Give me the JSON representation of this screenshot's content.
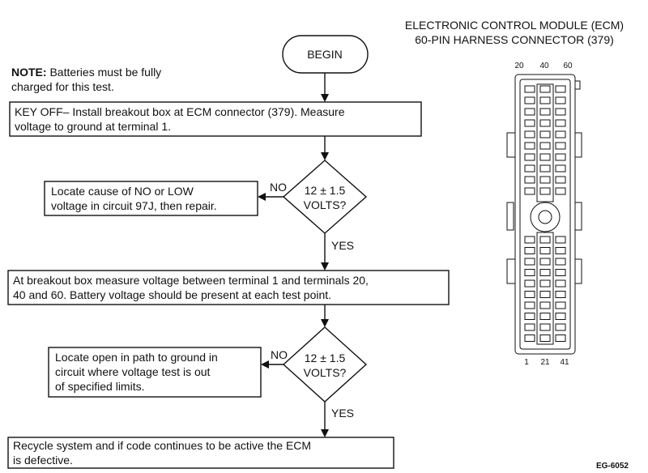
{
  "note": {
    "bold": "NOTE:",
    "line1": " Batteries must be fully",
    "line2": "charged for this test."
  },
  "begin": "BEGIN",
  "step1": {
    "line1": "KEY OFF–  Install breakout box at ECM connector (379). Measure",
    "line2": "voltage to ground at terminal 1."
  },
  "decision1": {
    "line1": "12 ± 1.5",
    "line2": "VOLTS?",
    "no": "NO",
    "yes": "YES"
  },
  "fix1": {
    "line1": "Locate cause of NO or LOW",
    "line2": "voltage in circuit 97J, then repair."
  },
  "step2": {
    "line1": "At breakout box measure voltage between terminal 1 and terminals 20,",
    "line2": "40 and 60. Battery voltage should be present at each test point."
  },
  "decision2": {
    "line1": "12 ± 1.5",
    "line2": "VOLTS?",
    "no": "NO",
    "yes": "YES"
  },
  "fix2": {
    "line1": "Locate open in path to ground in",
    "line2": "circuit where voltage test is out",
    "line3": "of specified limits."
  },
  "step3": {
    "line1": "Recycle system and if code continues to be active the ECM",
    "line2": "is defective."
  },
  "connector": {
    "title1": "ELECTRONIC CONTROL MODULE (ECM)",
    "title2": "60-PIN HARNESS CONNECTOR (379)",
    "top_pins": [
      "20",
      "40",
      "60"
    ],
    "bottom_pins": [
      "1",
      "21",
      "41"
    ]
  },
  "figure_id": "EG-6052"
}
